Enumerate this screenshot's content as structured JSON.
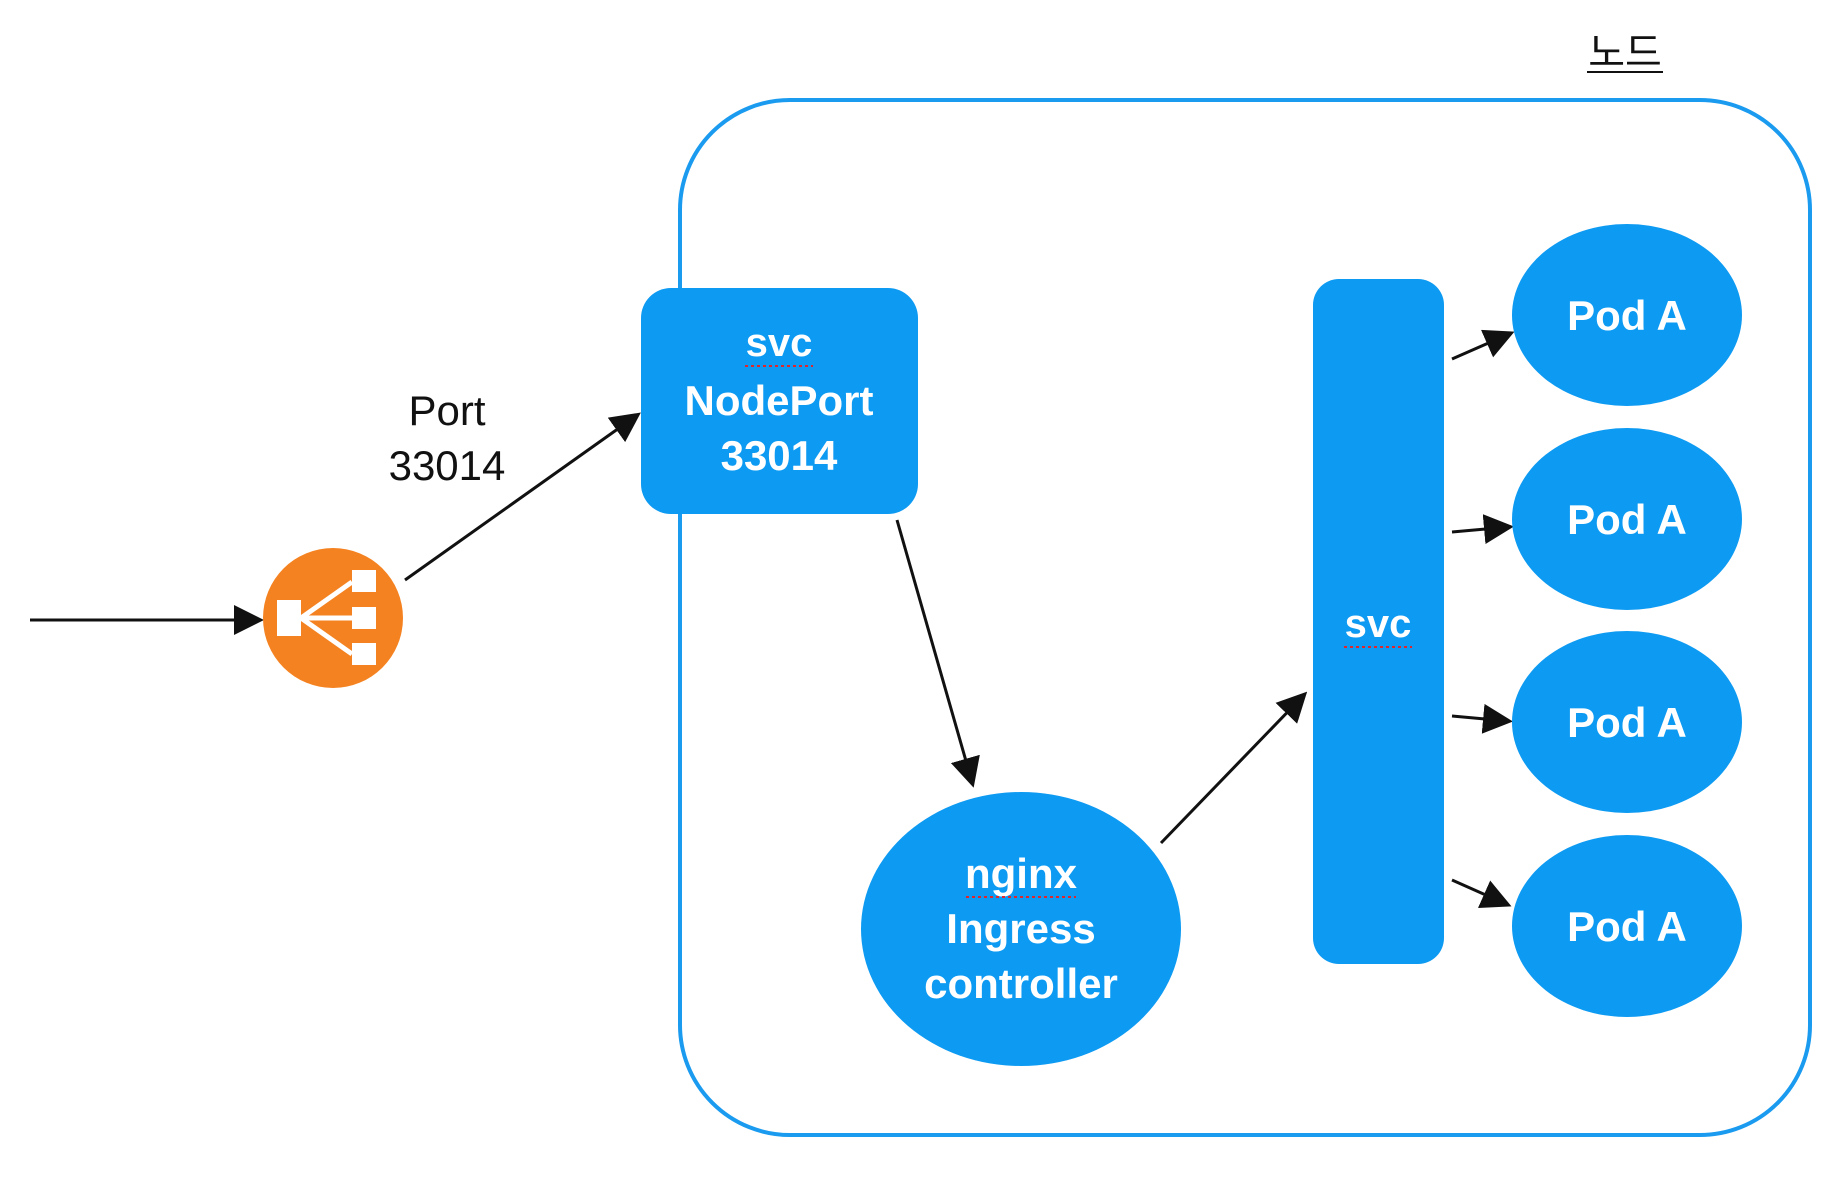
{
  "node_label": "노드",
  "port_label": {
    "line1": "Port",
    "line2": "33014"
  },
  "nodeport_svc": {
    "line1": "svc",
    "line2": "NodePort",
    "line3": "33014"
  },
  "ingress": {
    "line1": "nginx",
    "line2": "Ingress",
    "line3": "controller"
  },
  "svc": {
    "label": "svc"
  },
  "pods": [
    "Pod A",
    "Pod A",
    "Pod A",
    "Pod A"
  ],
  "colors": {
    "node_border": "#1a9bf0",
    "component_fill": "#0d9af2",
    "load_balancer": "#f58220",
    "arrow": "#111111"
  },
  "icons": {
    "load_balancer": "load-balancer-icon"
  }
}
